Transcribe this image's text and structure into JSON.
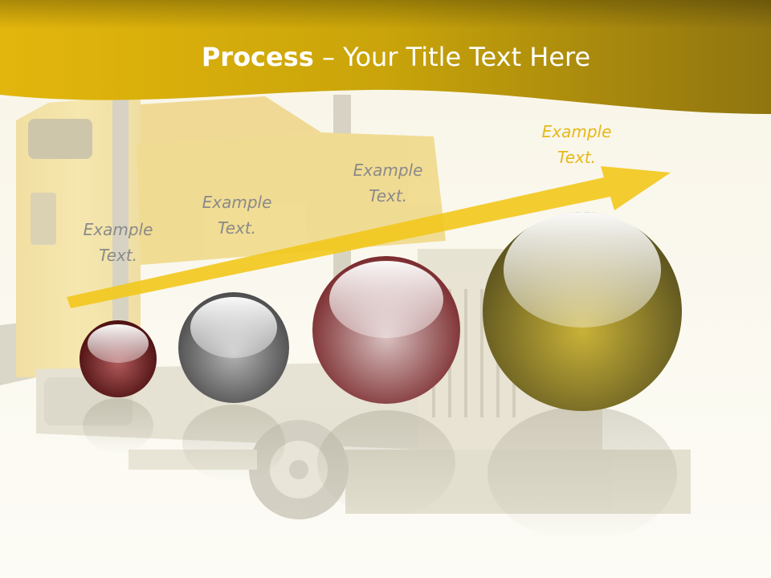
{
  "title": {
    "bold": "Process",
    "rest": " – Your Title Text Here"
  },
  "steps": [
    {
      "label_line1": "Example",
      "label_line2": "Text.",
      "color": "#6e1c1c"
    },
    {
      "label_line1": "Example",
      "label_line2": "Text.",
      "color": "#6a6a6a"
    },
    {
      "label_line1": "Example",
      "label_line2": "Text.",
      "color": "#8a2a2a"
    },
    {
      "label_line1": "Example",
      "label_line2": "Text.",
      "color": "#9c7f0c"
    }
  ],
  "colors": {
    "header": "#c9a40a",
    "arrow": "#f2c81e",
    "accent_text": "#e6b818"
  }
}
